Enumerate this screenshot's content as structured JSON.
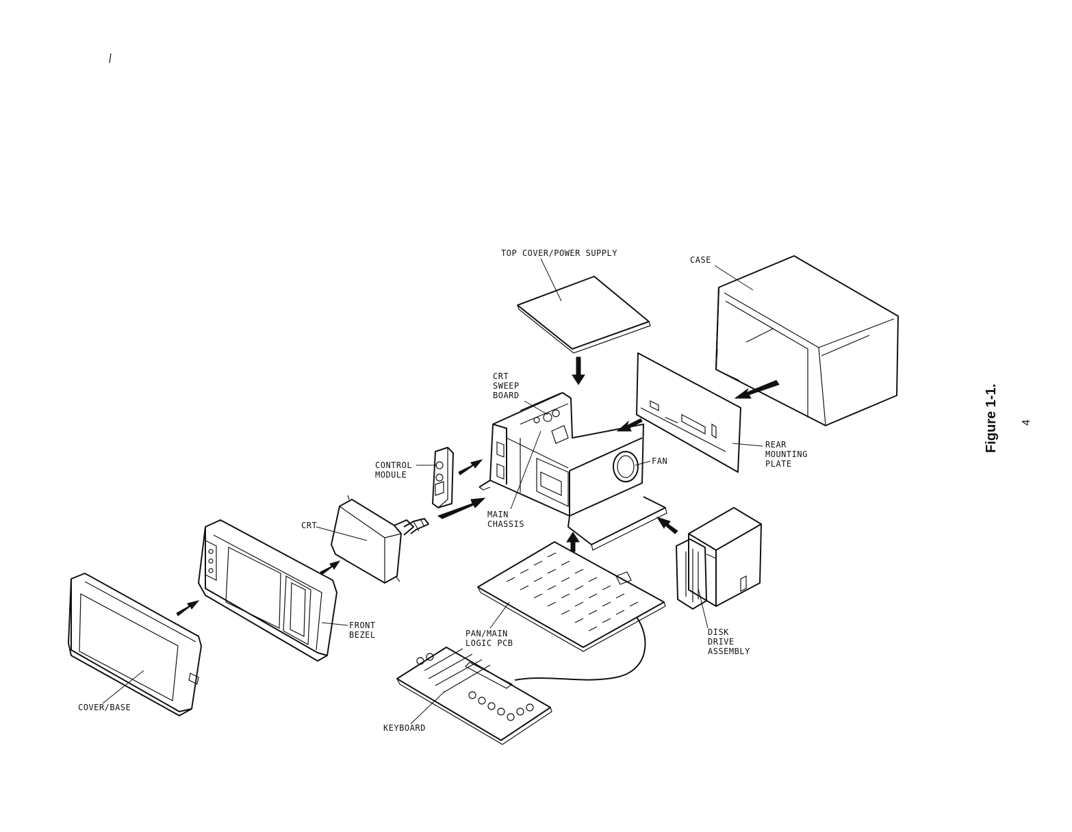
{
  "figure": {
    "caption": "Figure 1-1.",
    "page_number": "4"
  },
  "labels": {
    "top_cover": "TOP COVER/POWER SUPPLY",
    "case": "CASE",
    "crt_sweep_board": [
      "CRT",
      "SWEEP",
      "BOARD"
    ],
    "rear_mounting_plate": [
      "REAR",
      "MOUNTING",
      "PLATE"
    ],
    "fan": "FAN",
    "control_module": [
      "CONTROL",
      "MODULE"
    ],
    "main_chassis": [
      "MAIN",
      "CHASSIS"
    ],
    "crt": "CRT",
    "front_bezel": [
      "FRONT",
      "BEZEL"
    ],
    "pan_main_logic_pcb": [
      "PAN/MAIN",
      "LOGIC PCB"
    ],
    "disk_drive_assembly": [
      "DISK",
      "DRIVE",
      "ASSEMBLY"
    ],
    "cover_base": "COVER/BASE",
    "keyboard": "KEYBOARD"
  }
}
